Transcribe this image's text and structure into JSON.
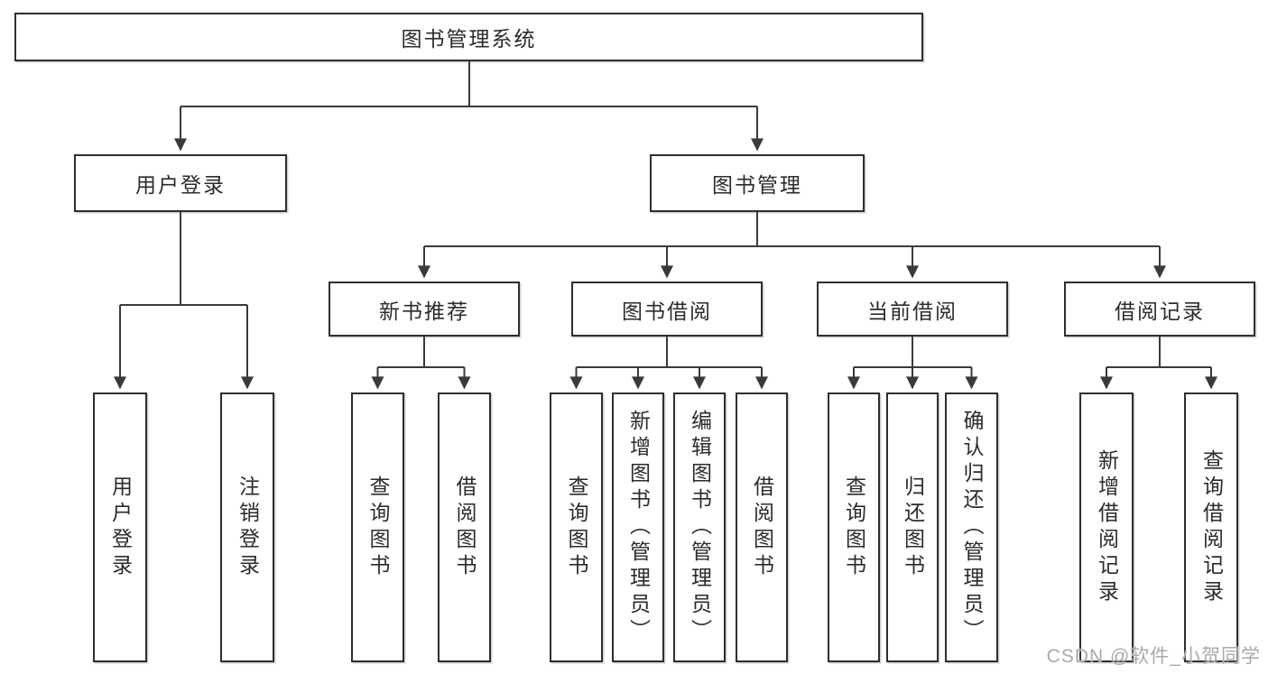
{
  "diagram": {
    "root": {
      "label": "图书管理系统"
    },
    "branches": [
      {
        "label": "用户登录",
        "children": [
          {
            "label": "用户登录"
          },
          {
            "label": "注销登录"
          }
        ]
      },
      {
        "label": "图书管理",
        "children": [
          {
            "label": "新书推荐",
            "children": [
              {
                "label": "查询图书"
              },
              {
                "label": "借阅图书"
              }
            ]
          },
          {
            "label": "图书借阅",
            "children": [
              {
                "label": "查询图书"
              },
              {
                "label": "新增图书（管理员）"
              },
              {
                "label": "编辑图书（管理员）"
              },
              {
                "label": "借阅图书"
              }
            ]
          },
          {
            "label": "当前借阅",
            "children": [
              {
                "label": "查询图书"
              },
              {
                "label": "归还图书"
              },
              {
                "label": "确认归还（管理员）"
              }
            ]
          },
          {
            "label": "借阅记录",
            "children": [
              {
                "label": "新增借阅记录"
              },
              {
                "label": "查询借阅记录"
              }
            ]
          }
        ]
      }
    ]
  },
  "watermark": {
    "text": "CSDN @软件_小贺同学"
  },
  "colors": {
    "line": "#3a3a3a",
    "border": "#2e2e2e",
    "box_fill": "#ffffff",
    "text": "#2b2b2b",
    "watermark": "#a9a9a9",
    "background": "#ffffff"
  }
}
